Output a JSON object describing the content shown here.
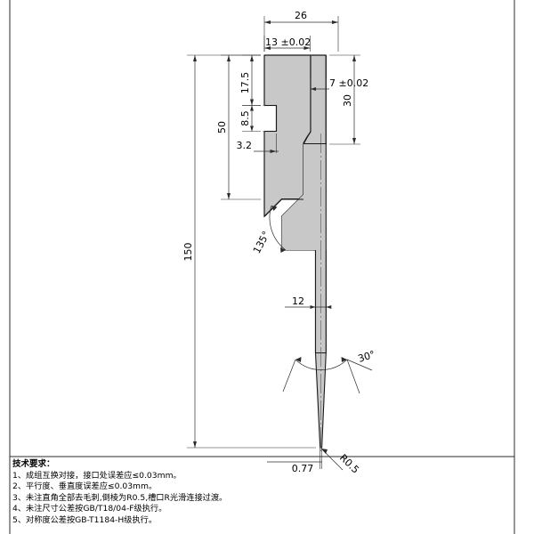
{
  "drawing": {
    "title": "Punch Tool Technical Drawing",
    "part_fill_color": "#c8c8c8",
    "line_color": "#1a1a1a",
    "dimensions": {
      "top_overall_width": "26",
      "top_tenon_width": "13 ±0.02",
      "left_overall_height": "50",
      "left_shoulder_height": "17.5",
      "left_notch_height": "8.5",
      "left_notch_depth": "3.2",
      "right_groove_width": "7 ±0.02",
      "right_head_height": "30",
      "total_length": "150",
      "blade_width": "12",
      "shoulder_angle": "135°",
      "tip_angle": "30°",
      "tip_flat": "0.77",
      "tip_radius": "R0.5"
    }
  },
  "notes": {
    "heading": "技术要求：",
    "items": [
      "1、成组互换对接，接口处误差应≤0.03mm。",
      "2、平行度、垂直度误差应≤0.03mm。",
      "3、未注直角全部去毛刺,倒棱为R0.5,槽口R光滑连接过渡。",
      "4、未注尺寸公差按GB/T18/04-F级执行。",
      "5、对称度公差按GB-T1184-H级执行。"
    ]
  }
}
